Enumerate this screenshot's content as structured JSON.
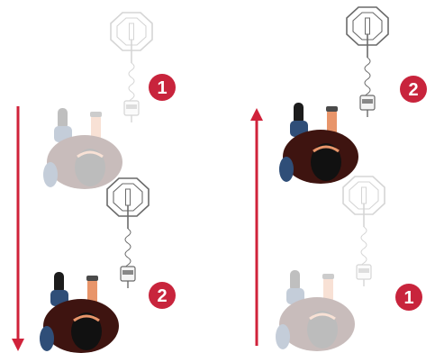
{
  "colors": {
    "arrow": "#d0223a",
    "badge": "#c8243c",
    "badge_text": "#ffffff",
    "shirt": "#3e1410",
    "hair": "#111111",
    "skin": "#e8956a",
    "jeans": "#2f4e78",
    "shoe": "#1c1c1c",
    "detector": "#6a6a6a"
  },
  "left_panel": {
    "direction": "down",
    "steps": [
      {
        "label": "1",
        "state": "faded"
      },
      {
        "label": "2",
        "state": "solid"
      }
    ]
  },
  "right_panel": {
    "direction": "up",
    "steps": [
      {
        "label": "2",
        "state": "solid"
      },
      {
        "label": "1",
        "state": "faded"
      }
    ]
  },
  "icons": [
    "arrow-down-icon",
    "arrow-up-icon",
    "metal-detector-icon",
    "person-topview-icon"
  ]
}
